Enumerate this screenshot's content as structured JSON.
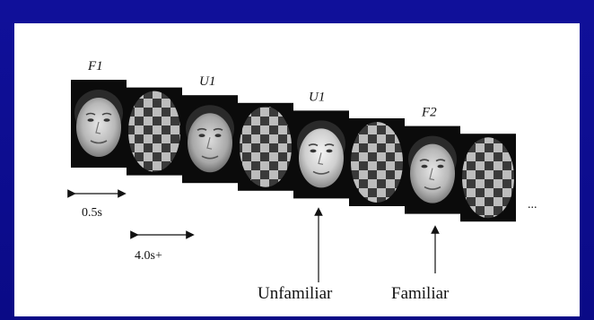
{
  "sequence": [
    {
      "kind": "face",
      "label": "F1",
      "tone": "dark"
    },
    {
      "kind": "checker"
    },
    {
      "kind": "face",
      "label": "U1",
      "tone": "fair"
    },
    {
      "kind": "checker"
    },
    {
      "kind": "face",
      "label": "U1",
      "tone": "light"
    },
    {
      "kind": "checker"
    },
    {
      "kind": "face",
      "label": "F2",
      "tone": "dark"
    },
    {
      "kind": "checker"
    }
  ],
  "ellipsis": "...",
  "timing": {
    "face_duration": "0.5s",
    "mask_duration": "4.0s+"
  },
  "arrows": {
    "unfamiliar": "Unfamiliar",
    "familiar": "Familiar"
  },
  "colors": {
    "background": "#0d0d8f",
    "panel": "#ffffff",
    "frame": "#0b0b0b",
    "checker_light": "#bdbdbd",
    "checker_dark": "#3a3a3a"
  }
}
